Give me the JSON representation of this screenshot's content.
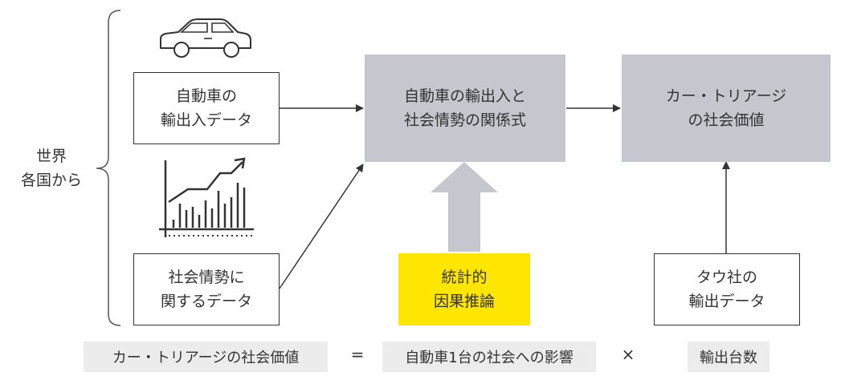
{
  "world_label": [
    "世界",
    "各国から"
  ],
  "boxes": {
    "auto_trade_data": [
      "自動車の",
      "輸出入データ"
    ],
    "social_data": [
      "社会情勢に",
      "関するデータ"
    ],
    "relation_formula": [
      "自動車の輸出入と",
      "社会情勢の関係式"
    ],
    "social_value": [
      "カー・トリアージ",
      "の社会価値"
    ],
    "causal_inference": [
      "統計的",
      "因果推論"
    ],
    "tau_export_data": [
      "タウ社の",
      "輸出データ"
    ]
  },
  "formula": {
    "lhs": "カー・トリアージの社会価値",
    "equals": "=",
    "term1": "自動車1台の社会への影響",
    "times": "×",
    "term2": "輸出台数"
  },
  "icons": [
    "car-icon",
    "chart-icon"
  ],
  "colors": {
    "gray_box": "#c6c6ce",
    "yellow_box": "#ffe600",
    "chip_bg": "#ececec",
    "line": "#333333"
  }
}
